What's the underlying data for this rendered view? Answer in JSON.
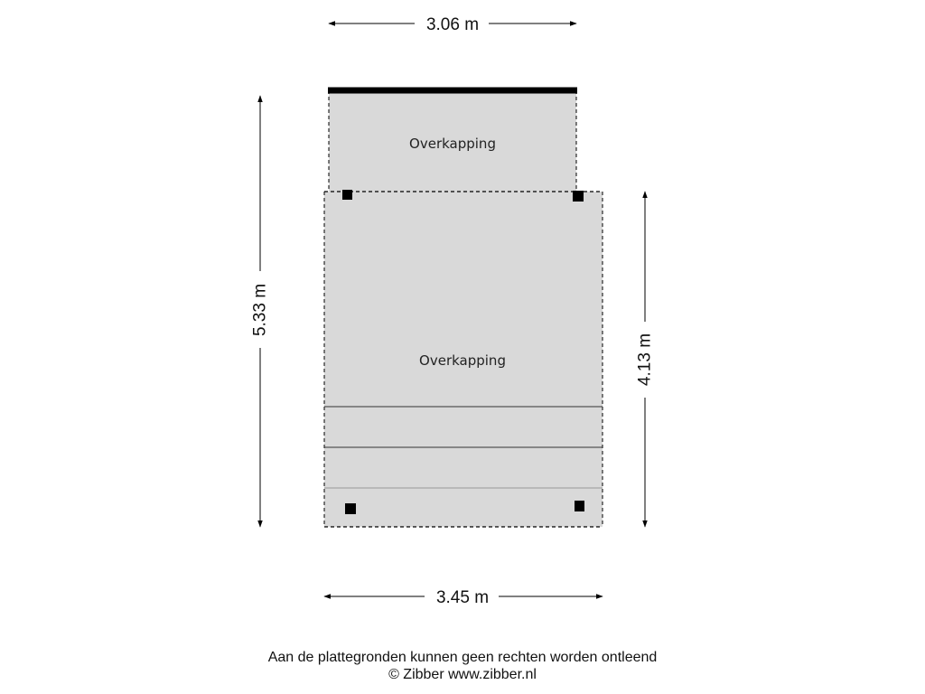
{
  "dimensions": {
    "top_width": "3.06 m",
    "bottom_width": "3.45 m",
    "left_height": "5.33 m",
    "right_height": "4.13 m"
  },
  "rooms": {
    "upper_label": "Overkapping",
    "lower_label": "Overkapping"
  },
  "colors": {
    "room_fill": "#d9d9d9",
    "line": "#000000"
  },
  "footer": {
    "disclaimer": "Aan de plattegronden kunnen geen rechten worden ontleend",
    "copyright": "© Zibber www.zibber.nl"
  }
}
